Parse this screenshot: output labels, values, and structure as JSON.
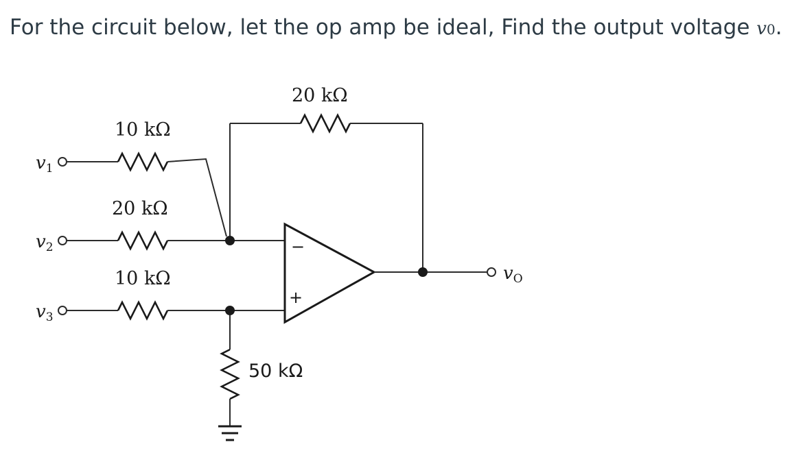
{
  "question": {
    "text": "For the circuit below, let the op amp be ideal, Find the output voltage ",
    "var_letter": "v",
    "var_sub": "0",
    "end": "."
  },
  "circuit": {
    "inputs": [
      {
        "letter": "v",
        "sub": "1"
      },
      {
        "letter": "v",
        "sub": "2"
      },
      {
        "letter": "v",
        "sub": "3"
      }
    ],
    "output": {
      "letter": "v",
      "sub": "O"
    },
    "resistors": {
      "r1": "10 kΩ",
      "r2": "20 kΩ",
      "r3": "10 kΩ",
      "feedback": "20 kΩ",
      "ground": "50 kΩ"
    },
    "opamp": {
      "minus": "−",
      "plus": "+"
    }
  }
}
